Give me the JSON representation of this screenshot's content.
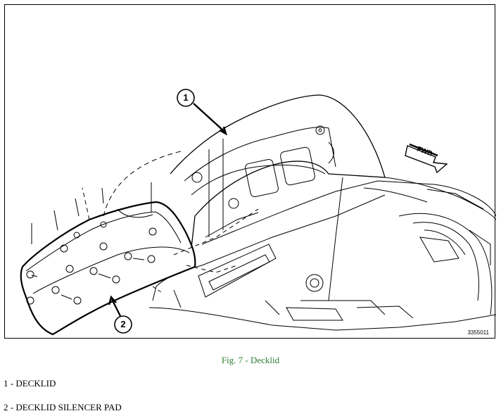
{
  "figure": {
    "figure_id": "3355011",
    "fwd_label": "FWD",
    "callouts": [
      "1",
      "2"
    ]
  },
  "caption": "Fig. 7 - Decklid",
  "legend": [
    "1 - DECKLID",
    "2 - DECKLID SILENCER PAD"
  ],
  "colors": {
    "caption": "#2e7d32",
    "line_art": "#000000"
  }
}
